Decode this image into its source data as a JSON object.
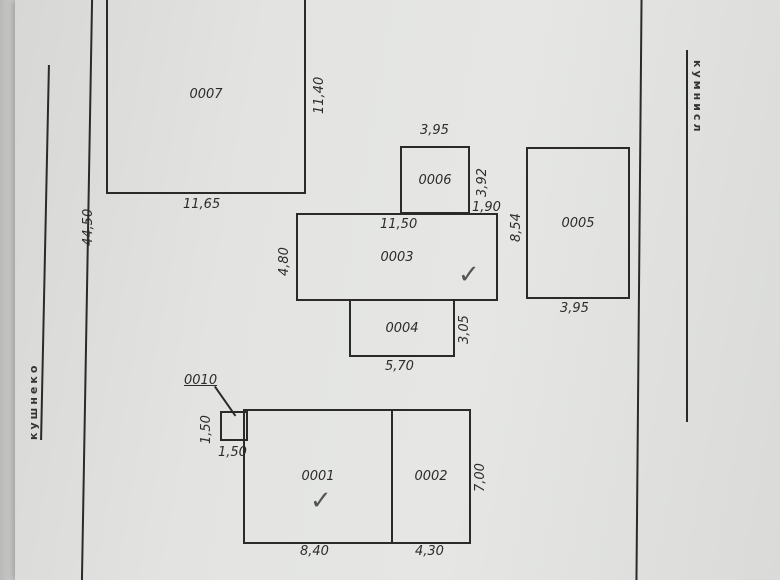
{
  "streets": {
    "left": "кушнеко",
    "right": "кумнисл"
  },
  "parcel": {
    "depth_label": "44,50"
  },
  "buildings": {
    "b0007": {
      "id": "0007",
      "width_label": "11,65",
      "height_label": "11,40"
    },
    "b0006": {
      "id": "0006",
      "width_label": "3,95",
      "height_label": "3,92"
    },
    "b0003": {
      "id": "0003",
      "width_label": "11,50",
      "height_label": "4,80",
      "side_label": "1,90"
    },
    "b0004": {
      "id": "0004",
      "width_label": "5,70",
      "height_label": "3,05"
    },
    "b0005": {
      "id": "0005",
      "width_label": "3,95",
      "height_label": "8,54"
    },
    "b0010": {
      "id": "0010",
      "width_label": "1,50",
      "height_label": "1,50"
    },
    "b0001": {
      "id": "0001",
      "width_label": "8,40",
      "height_label": "7,00"
    },
    "b0002": {
      "id": "0002",
      "width_label": "4,30"
    }
  },
  "marks": {
    "check_0003": "✓",
    "check_0001": "✓"
  }
}
